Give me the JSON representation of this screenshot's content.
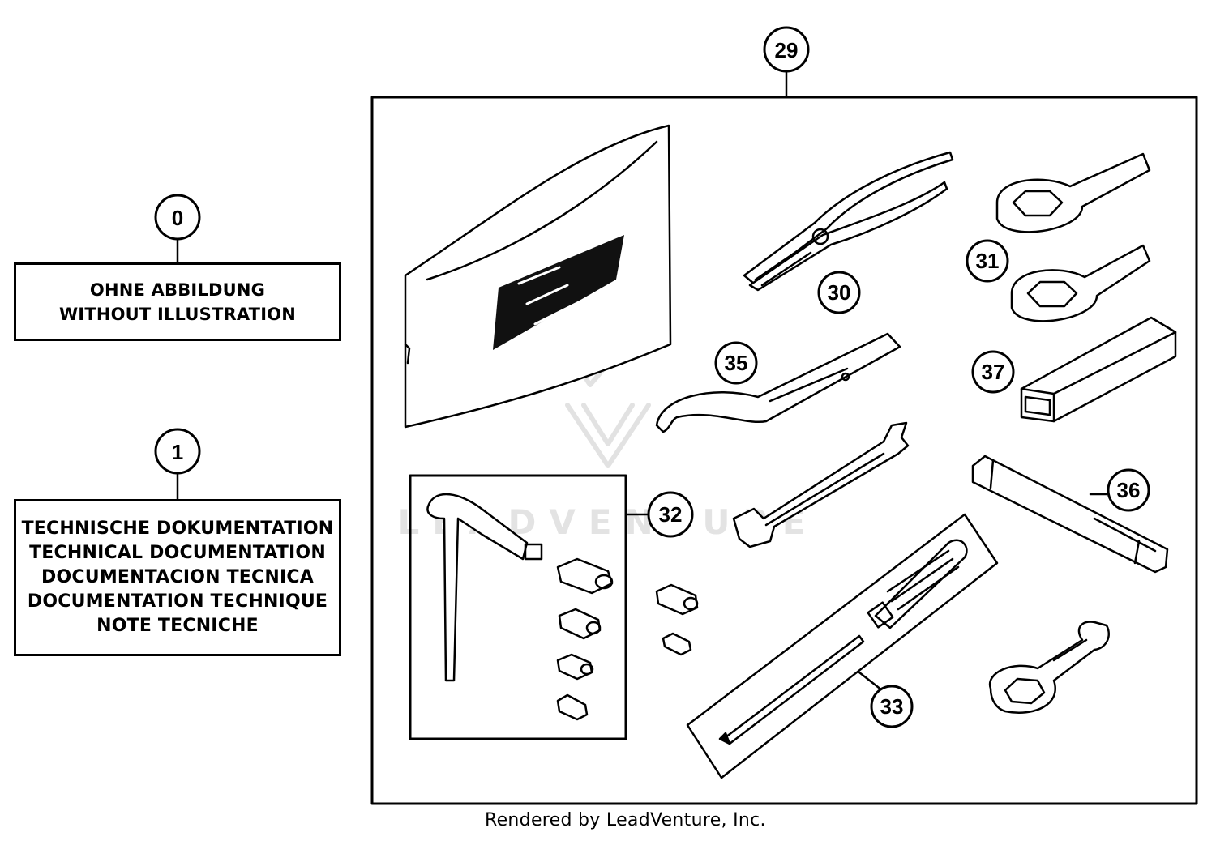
{
  "callouts": {
    "c0": "0",
    "c1": "1",
    "c29": "29",
    "c30": "30",
    "c31": "31",
    "c32": "32",
    "c33": "33",
    "c35": "35",
    "c36": "36",
    "c37": "37"
  },
  "box0": {
    "line1": "OHNE ABBILDUNG",
    "line2": "WITHOUT ILLUSTRATION"
  },
  "box1": {
    "line1": "TECHNISCHE DOKUMENTATION",
    "line2": "TECHNICAL DOCUMENTATION",
    "line3": "DOCUMENTACION TECNICA",
    "line4": "DOCUMENTATION TECHNIQUE",
    "line5": "NOTE TECNICHE"
  },
  "watermark": "LEADVENTURE",
  "footer": "Rendered by LeadVenture, Inc.",
  "colors": {
    "ink": "#000000",
    "paper": "#ffffff",
    "watermark": "#d8d8d8"
  }
}
